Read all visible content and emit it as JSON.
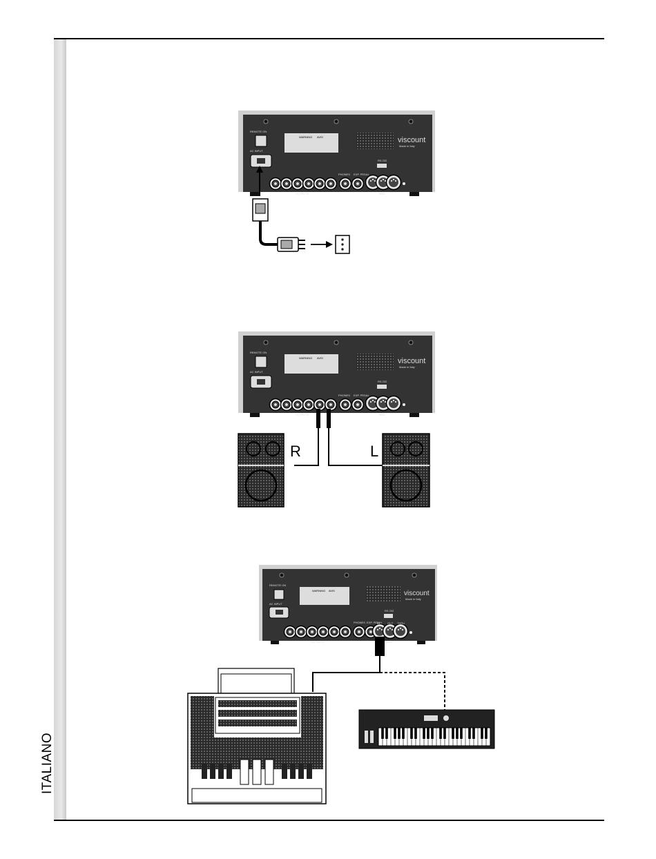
{
  "page": {
    "side_tab": "ITALIANO"
  },
  "panel": {
    "brand": "viscount",
    "brand_sub": "Made in Italy",
    "remote_on": "REMOTE ON",
    "ac_input": "AC INPUT",
    "outputs": "OUTPUTS",
    "phones": "PHONES",
    "exp_pedal": "EXP. PEDAL",
    "midi": "MIDI",
    "midi_in": "IN",
    "midi_out": "OUT",
    "midi_thru": "THRU",
    "rs232": "RS 232",
    "warning": "WARNING",
    "avis": "AVIS"
  },
  "speakers": {
    "right_label": "R",
    "left_label": "L"
  }
}
